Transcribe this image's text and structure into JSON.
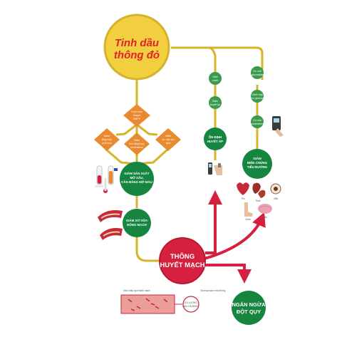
{
  "colors": {
    "line_yellow": "#d6b32a",
    "green": "#15853f",
    "orange": "#e98a2e",
    "red": "#d6203f",
    "title_circle": "#f2cf3e",
    "title_text": "#e4202a"
  },
  "title": {
    "line1": "Tinh dầu",
    "line2": "thông đỏ"
  },
  "diamonds": {
    "top": [
      "Kích hoạt",
      "enzym",
      "AMPK"
    ],
    "left": [
      "Giảm",
      "tổng hợp",
      "acid béo"
    ],
    "middle": [
      "Giảm",
      "tinh tổng hợp",
      "cholesterol"
    ],
    "right": [
      "Giảm",
      "sự hấp thu",
      "lipid"
    ]
  },
  "nodes": {
    "ldl": [
      "GIẢM SẢN XUẤT",
      "MỠ XẤU,",
      "CÂN BẰNG MỠ MÁU"
    ],
    "plaque": [
      "GIẢM XƠ VỮA",
      "ĐỘNG MẠCH"
    ],
    "bp": [
      "ỔN ĐỊNH",
      "HUYẾT ÁP"
    ],
    "diabetes": [
      "GIẢM",
      "BIẾN CHỨNG",
      "TIỂU ĐƯỜNG"
    ],
    "center": [
      "THÔNG",
      "HUYẾT MẠCH"
    ],
    "stroke": [
      "NGĂN NGỪA",
      "ĐỘT QỤY"
    ]
  },
  "bp_circles": [
    [
      "Giãn",
      "mạch"
    ],
    [
      "Giảm",
      "huyết áp"
    ]
  ],
  "diabetes_circles": [
    [
      "Ức chế",
      "α-glucosidase"
    ],
    [
      "Giảm hấp",
      "thu glucose"
    ],
    [
      "Ức chế",
      "cholesterol"
    ]
  ],
  "organ_labels": [
    "Tim",
    "Thận",
    "Mắt",
    "Chân",
    "Não"
  ],
  "vessel_labels": {
    "left": "Máu chảy qua thành mạch",
    "right": "Đường mạch máu thông",
    "flow1": "LƯU LƯỢNG",
    "flow2": "MÁU ỔN ĐỊNH"
  }
}
